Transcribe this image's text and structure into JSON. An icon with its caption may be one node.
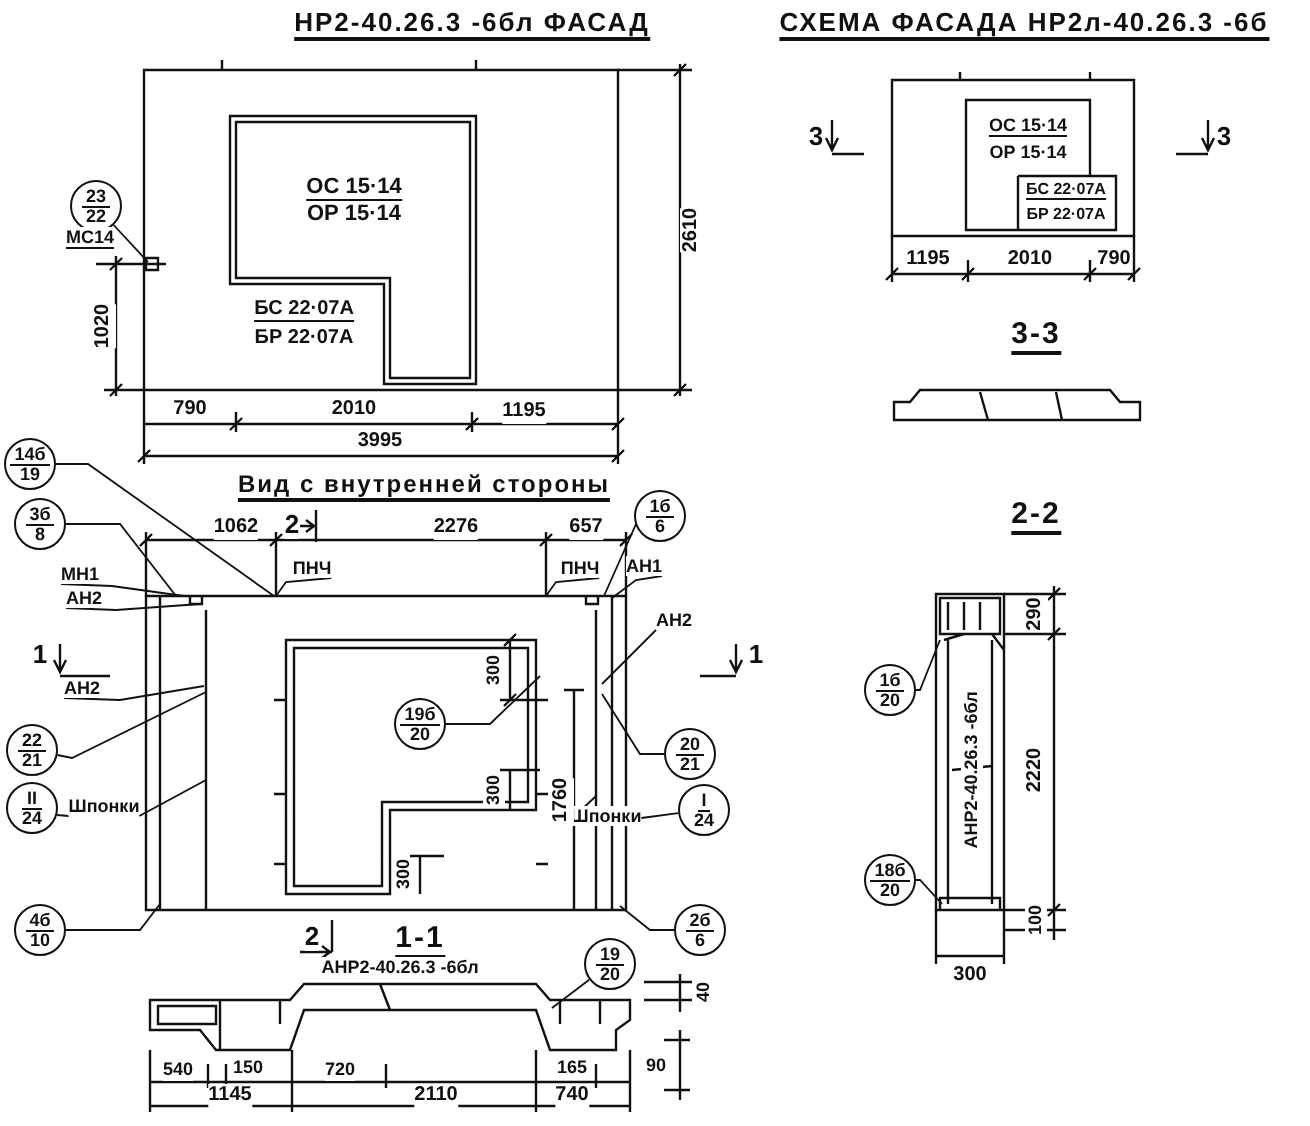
{
  "diagram": {
    "nodes": [
      {
        "text": [],
        "shape": "box"
      },
      {
        "text": [
          "ОС 15·14",
          "ОР 15·14",
          "БС 22·07А",
          "БР 22·07А"
        ],
        "in": 0
      },
      {
        "text": [
          "23",
          "22"
        ],
        "beside": [
          "МС14"
        ]
      },
      {
        "text": [],
        "shape": "box"
      },
      {
        "text": [
          "ОС 15·14",
          "ОР 15·14",
          "БС 22·07А",
          "БР 22·07А"
        ],
        "in": 3
      },
      {
        "text": [],
        "shape": "box"
      },
      {
        "text": [
          "14б",
          "19"
        ]
      },
      {
        "text": [
          "3б",
          "8"
        ]
      },
      {
        "text": [
          "МН1"
        ]
      },
      {
        "text": [
          "АН2"
        ]
      },
      {
        "text": [
          "ПНЧ"
        ]
      },
      {
        "text": [
          "ПНЧ"
        ]
      },
      {
        "text": [
          "1б",
          "6"
        ]
      },
      {
        "text": [
          "АН1"
        ]
      },
      {
        "text": [
          "АН2"
        ]
      },
      {
        "text": [
          "22",
          "21"
        ]
      },
      {
        "text": [
          "II",
          "24"
        ]
      },
      {
        "text": [
          "Шпонки"
        ]
      },
      {
        "text": [
          "19б",
          "20"
        ],
        "in": 5
      },
      {
        "text": [
          "АН2"
        ]
      },
      {
        "text": [
          "20",
          "21"
        ]
      },
      {
        "text": [
          "I",
          "24"
        ]
      },
      {
        "text": [
          "Шпонки"
        ]
      },
      {
        "text": [
          "4б",
          "10"
        ]
      },
      {
        "text": [
          "2б",
          "6"
        ]
      },
      {
        "text": [],
        "shape": "box"
      },
      {
        "text": [
          "19",
          "20"
        ]
      },
      {
        "text": [],
        "shape": "box"
      },
      {
        "text": [
          "1б",
          "20"
        ]
      },
      {
        "text": [
          "18б",
          "20"
        ]
      }
    ],
    "edges": [
      {
        "from": 2,
        "to": 0,
        "arrow": "none"
      },
      {
        "from": 6,
        "to": 5,
        "arrow": "none"
      },
      {
        "from": 7,
        "to": 5,
        "arrow": "none"
      },
      {
        "from": 8,
        "to": 5,
        "arrow": "none"
      },
      {
        "from": 9,
        "to": 5,
        "arrow": "none"
      },
      {
        "from": 10,
        "to": 5,
        "arrow": "none"
      },
      {
        "from": 11,
        "to": 5,
        "arrow": "none"
      },
      {
        "from": 12,
        "to": 5,
        "arrow": "none"
      },
      {
        "from": 13,
        "to": 5,
        "arrow": "none"
      },
      {
        "from": 14,
        "to": 5,
        "arrow": "none"
      },
      {
        "from": 15,
        "to": 5,
        "arrow": "none"
      },
      {
        "from": 16,
        "to": 17,
        "arrow": "none"
      },
      {
        "from": 17,
        "to": 5,
        "arrow": "none"
      },
      {
        "from": 18,
        "to": 5,
        "arrow": "none"
      },
      {
        "from": 19,
        "to": 5,
        "arrow": "none"
      },
      {
        "from": 20,
        "to": 5,
        "arrow": "none"
      },
      {
        "from": 21,
        "to": 22,
        "arrow": "none"
      },
      {
        "from": 22,
        "to": 5,
        "arrow": "none"
      },
      {
        "from": 23,
        "to": 5,
        "arrow": "none"
      },
      {
        "from": 24,
        "to": 5,
        "arrow": "none"
      },
      {
        "from": 26,
        "to": 25,
        "arrow": "none"
      },
      {
        "from": 28,
        "to": 27,
        "arrow": "none"
      },
      {
        "from": 29,
        "to": 27,
        "arrow": "none"
      }
    ],
    "labels": [
      "НР2-40.26.3 -6бл ФАСАД",
      "СХЕМА ФАСАДА НР2л-40.26.3 -6б",
      "2610",
      "1020",
      "790",
      "2010",
      "1195",
      "3995",
      "3",
      "3",
      "1195",
      "2010",
      "790",
      "3-3",
      "Вид с внутренней стороны",
      "1062",
      "2",
      "2276",
      "657",
      "1",
      "1",
      "300",
      "300",
      "1760",
      "300",
      "2-2",
      "290",
      "АНР2-40.26.3 -6бл",
      "2220",
      "300",
      "100",
      "2",
      "1-1",
      "АНР2-40.26.3 -6бл",
      "40",
      "540",
      "150",
      "720",
      "165",
      "90",
      "1145",
      "2110",
      "740"
    ]
  }
}
